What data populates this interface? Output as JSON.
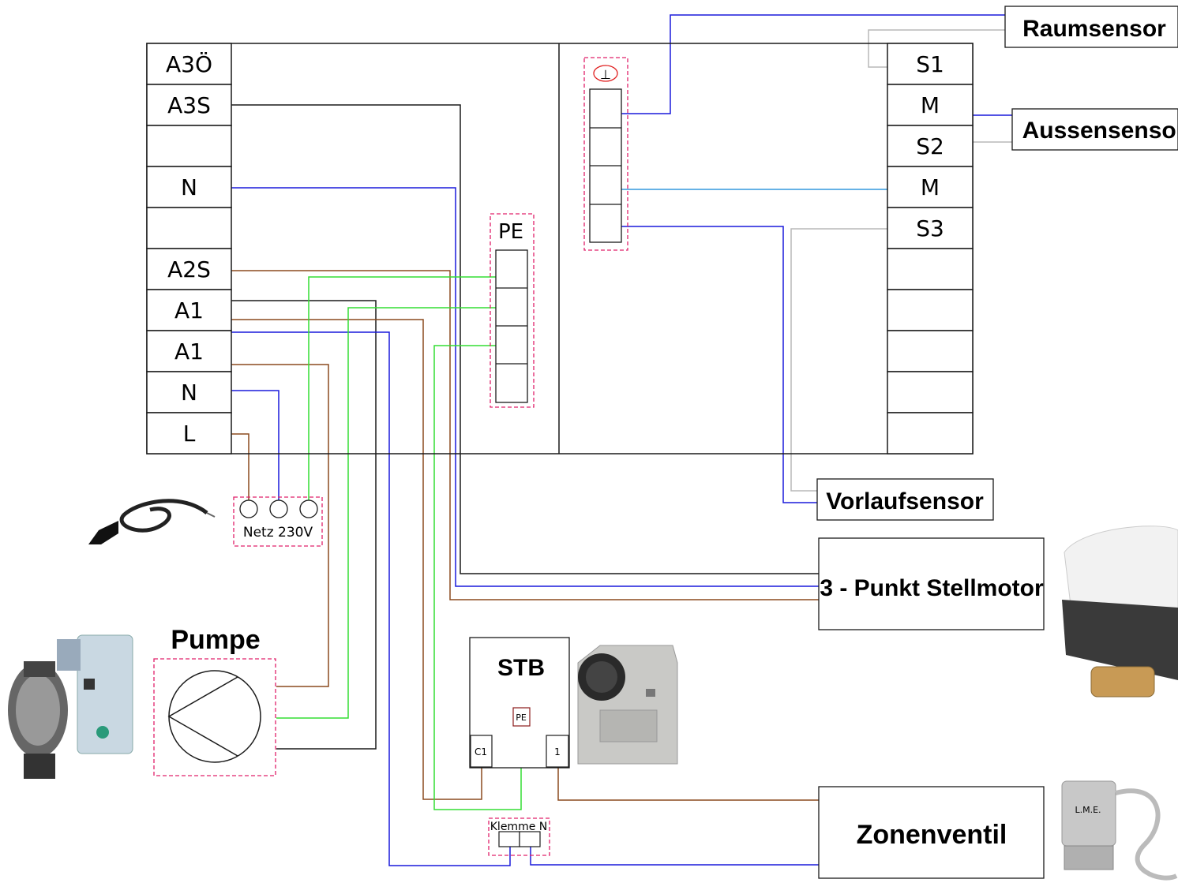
{
  "controller": {
    "left_terminals": [
      "A3Ö",
      "A3S",
      "",
      "N",
      "",
      "A2S",
      "A1",
      "A1",
      "N",
      "L"
    ],
    "right_terminals": [
      "S1",
      "M",
      "S2",
      "M",
      "S3",
      "",
      "",
      "",
      "",
      ""
    ],
    "pe_block_label": "PE",
    "ground_symbol": "⊥"
  },
  "sensors": {
    "room": "Raumsensor",
    "outdoor": "Aussensensor",
    "flow": "Vorlaufsensor"
  },
  "devices": {
    "actuator": "3 - Punkt Stellmotor",
    "zone_valve": "Zonenventil",
    "pump": "Pumpe",
    "stb": "STB",
    "stb_terminals": {
      "c1": "C1",
      "pe": "PE",
      "one": "1"
    },
    "mains": "Netz 230V",
    "terminal_n": "Klemme N"
  },
  "colors": {
    "blue": "#1a1adb",
    "light_blue": "#3399dd",
    "brown": "#8b4a1e",
    "green": "#33dd33",
    "black": "#1a1a1a",
    "grey": "#b8b8b8",
    "dashed_pink": "#e0206a"
  }
}
